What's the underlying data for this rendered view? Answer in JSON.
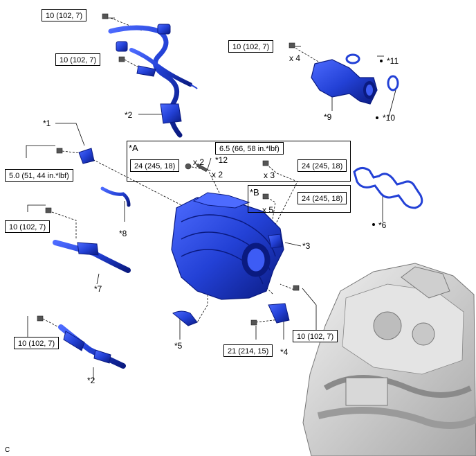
{
  "torques": {
    "harness_top": "10 (102, 7)",
    "harness_mid": "10 (102, 7)",
    "bracket_upper": "10 (102, 7)",
    "sensor": "5.0 (51, 44 in.*lbf)",
    "bracket_left": "10 (102, 7)",
    "bracket_lower": "10 (102, 7)",
    "group_a_nut": "24 (245, 18)",
    "group_a_stud": "6.5 (66, 58 in.*lbf)",
    "group_a_bolt": "24 (245, 18)",
    "group_b_bolt": "24 (245, 18)",
    "bracket_right": "10 (102, 7)",
    "bracket_bottom": "21 (214, 15)"
  },
  "callouts": {
    "c1": "*1",
    "c2_upper": "*2",
    "c2_lower": "*2",
    "c3": "*3",
    "c4": "*4",
    "c5": "*5",
    "c6": "*6",
    "c7": "*7",
    "c8": "*8",
    "c9": "*9",
    "c10": "*10",
    "c11": "*11",
    "c12": "*12"
  },
  "quantities": {
    "upper_bolts": "x 4",
    "group_a_nuts": "x 2",
    "group_a_studs": "x 2",
    "group_a_bolts": "x 3",
    "group_b_bolts": "x 5"
  },
  "groups": {
    "a": "*A",
    "b": "*B"
  },
  "corner_mark": "C",
  "colors": {
    "part_blue": "#2341d6",
    "part_dark": "#0a1a80",
    "engine_gray": "#cfcfcf",
    "line": "#000000"
  }
}
